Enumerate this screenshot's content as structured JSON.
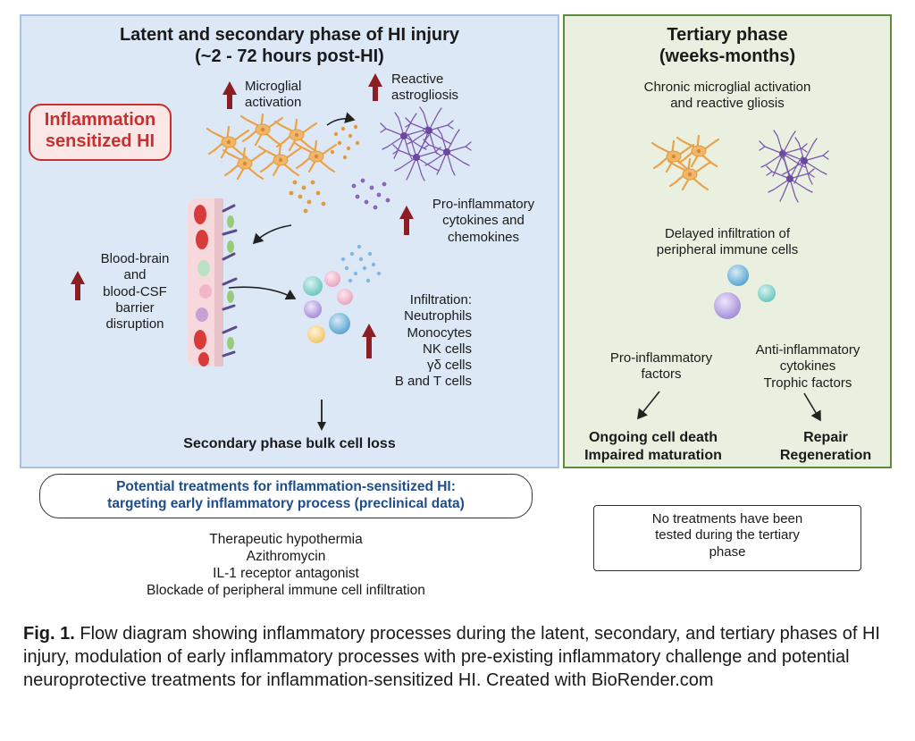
{
  "left": {
    "title_line1": "Latent and secondary phase of HI injury",
    "title_line2": "(~2 - 72 hours post-HI)",
    "inflammation_label_line1": "Inflammation",
    "inflammation_label_line2": "sensitized HI",
    "microglial_line1": "Microglial",
    "microglial_line2": "activation",
    "astro_line1": "Reactive",
    "astro_line2": "astrogliosis",
    "cyto_lines": [
      "Pro-inflammatory",
      "cytokines and",
      "chemokines"
    ],
    "barrier_lines": [
      "Blood-brain",
      "and",
      "blood-CSF",
      "barrier",
      "disruption"
    ],
    "infiltration_lines": [
      "Infiltration:",
      "Neutrophils",
      "Monocytes",
      "NK cells",
      "γδ cells",
      "B and T cells"
    ],
    "bottom_label": "Secondary phase bulk cell loss"
  },
  "right": {
    "title_line1": "Tertiary phase",
    "title_line2": "(weeks-months)",
    "chronic_lines": [
      "Chronic microglial activation",
      "and reactive gliosis"
    ],
    "delayed_lines": [
      "Delayed infiltration of",
      "peripheral immune cells"
    ],
    "pro_lines": [
      "Pro-inflammatory",
      "factors"
    ],
    "anti_lines": [
      "Anti-inflammatory",
      "cytokines",
      "Trophic factors"
    ],
    "outcome_left_lines": [
      "Ongoing cell death",
      "Impaired maturation"
    ],
    "outcome_right_lines": [
      "Repair",
      "Regeneration"
    ]
  },
  "treatments": {
    "title_line1": "Potential  treatments for inflammation-sensitized HI:",
    "title_line2": "targeting early inflammatory process (preclinical data)",
    "items": [
      "Therapeutic hypothermia",
      "Azithromycin",
      "IL-1 receptor antagonist",
      "Blockade of peripheral immune cell infiltration"
    ]
  },
  "tertiary_note_lines": [
    "No treatments have been",
    "tested during the tertiary",
    "phase"
  ],
  "caption": {
    "label": "Fig. 1.",
    "text": " Flow diagram showing inflammatory processes during the latent, secondary, and tertiary phases of HI injury, modulation of early inflammatory processes with pre-existing inflammatory challenge and potential neuroprotective treatments for inflammation-sensitized HI. Created with BioRender.com"
  },
  "colors": {
    "left_panel_bg": "#dde8f6",
    "right_panel_bg": "#e9f0df",
    "right_panel_border": "#5e8a3c",
    "up_arrow": "#8b1d23",
    "inflammation_red": "#c8302f",
    "treatment_blue": "#1d4e89",
    "microglia": "#f1b667",
    "astrocyte": "#8a66b8"
  },
  "icons": [
    "up-arrow-icon",
    "microglia-icon",
    "astrocyte-icon",
    "cytokine-dots-icon",
    "blood-vessel-icon",
    "immune-cell-icon",
    "down-arrow-icon"
  ]
}
